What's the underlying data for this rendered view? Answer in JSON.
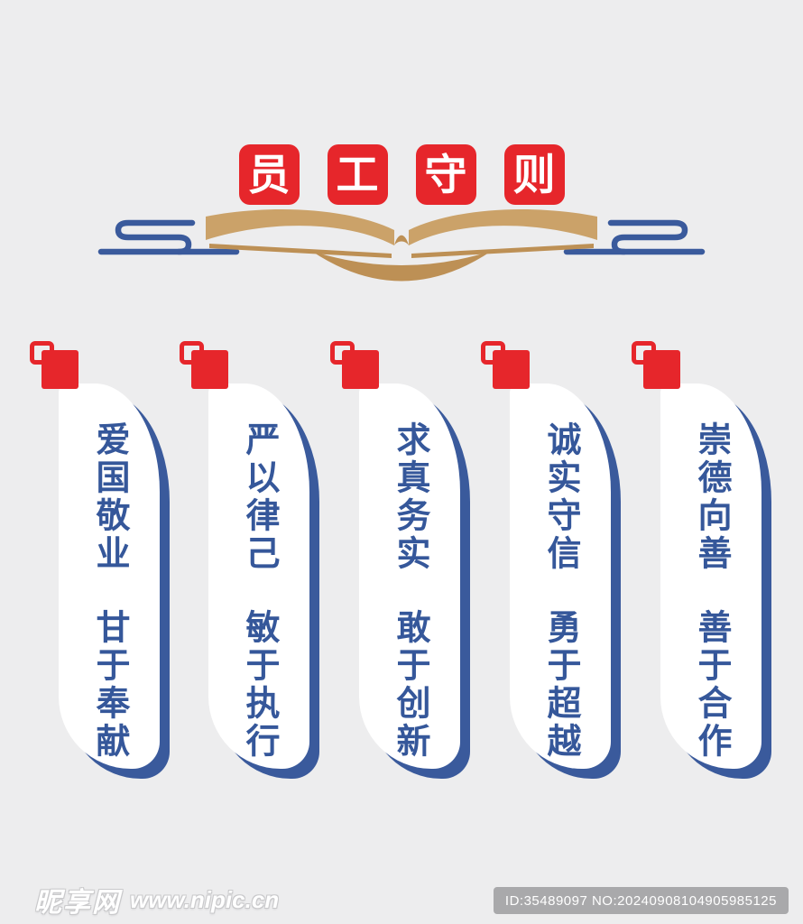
{
  "title": {
    "text": "员工守则",
    "chars": [
      "员",
      "工",
      "守",
      "则"
    ]
  },
  "banners": [
    {
      "line1": "爱国敬业",
      "line2": "甘于奉献"
    },
    {
      "line1": "严以律己",
      "line2": "敏于执行"
    },
    {
      "line1": "求真务实",
      "line2": "敢于创新"
    },
    {
      "line1": "诚实守信",
      "line2": "勇于超越"
    },
    {
      "line1": "崇德向善",
      "line2": "善于合作"
    }
  ],
  "footer": {
    "watermark_site": "昵享网",
    "watermark_url": "www.nipic.cn",
    "id_text": "ID:35489097 NO:20240908104905985125"
  },
  "icons": [
    "open-book-icon",
    "cloud-scroll-left-icon",
    "cloud-scroll-right-icon",
    "flag-pin-icon"
  ],
  "colors": {
    "background": "#ededee",
    "red_accent": "#e6262b",
    "blue_accent": "#3a5a9c",
    "text_blue": "#35579a",
    "book_tan_light": "#cba269",
    "book_tan_dark": "#bd9055",
    "badge_gray": "#a9a9ab",
    "watermark_white": "#ffffff"
  }
}
